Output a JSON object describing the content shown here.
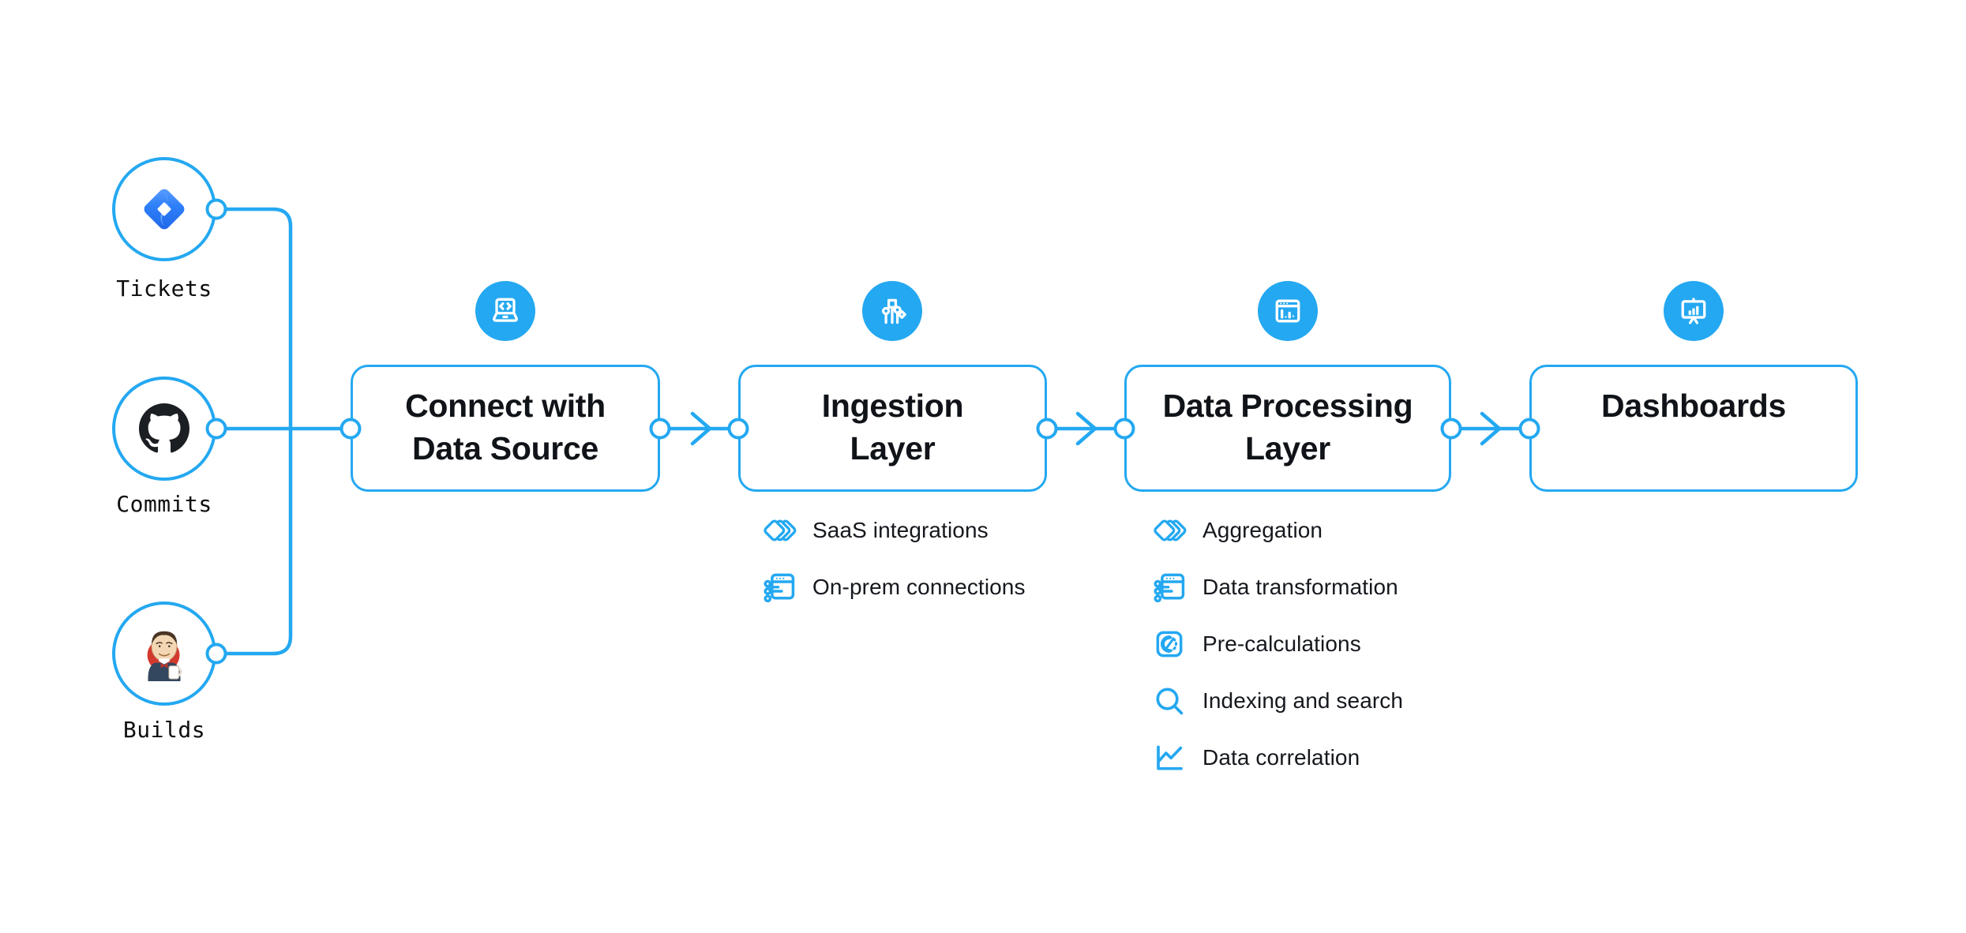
{
  "colors": {
    "accent": "#24a8f1",
    "title_text": "#101318",
    "body_text": "#15181d",
    "jira_blue": "#2684ff",
    "github_black": "#1b1f23",
    "jenkins_red": "#d4392e"
  },
  "sources": [
    {
      "label": "Tickets",
      "icon": "jira-icon"
    },
    {
      "label": "Commits",
      "icon": "github-icon"
    },
    {
      "label": "Builds",
      "icon": "jenkins-icon"
    }
  ],
  "stages": [
    {
      "title": [
        "Connect with",
        "Data Source"
      ],
      "icon": "laptop-code-icon",
      "items": []
    },
    {
      "title": [
        "Ingestion",
        "Layer"
      ],
      "icon": "circuit-icon",
      "items": [
        {
          "icon": "stacked-diamonds-icon",
          "label": "SaaS integrations"
        },
        {
          "icon": "server-connections-icon",
          "label": "On-prem connections"
        }
      ]
    },
    {
      "title": [
        "Data Processing",
        "Layer"
      ],
      "icon": "window-chart-icon",
      "items": [
        {
          "icon": "stacked-diamonds-icon",
          "label": "Aggregation"
        },
        {
          "icon": "server-connections-icon",
          "label": "Data transformation"
        },
        {
          "icon": "gauge-icon",
          "label": "Pre-calculations"
        },
        {
          "icon": "magnifier-icon",
          "label": "Indexing and search"
        },
        {
          "icon": "trend-line-icon",
          "label": "Data correlation"
        }
      ]
    },
    {
      "title": [
        "Dashboards",
        ""
      ],
      "icon": "presentation-chart-icon",
      "items": []
    }
  ]
}
